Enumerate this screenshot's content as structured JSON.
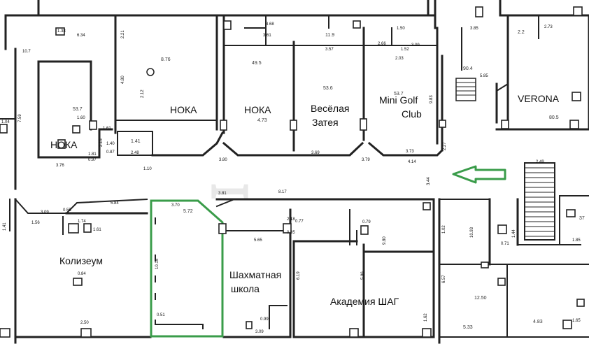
{
  "tenants": {
    "noka_1": "НОКА",
    "noka_2": "НОКА",
    "noka_3": "НОКА",
    "veselaya_zateya": [
      "Весёлая",
      "Затея"
    ],
    "mini_golf": [
      "Mini Golf",
      "Club"
    ],
    "verona": "VERONA",
    "koliseum": "Колизеум",
    "chess_school": [
      "Шахматная",
      "школа"
    ],
    "akademiya_shag": "Академия  ШАГ"
  },
  "areas": {
    "a1": "53.7",
    "a2": "8.76",
    "a3": "49.5",
    "a4": "4.73",
    "a5": "53.6",
    "a6": "53.7",
    "a7": "90.4",
    "a8": "80.5",
    "a9": "1.41",
    "a10": "11.9",
    "a11": "5.72",
    "a12": "12.50",
    "a13": "5.33",
    "a14": "4.83",
    "a15": "2.2",
    "a16": "37"
  },
  "dims": {
    "d1": "3.70",
    "d2": "3.81",
    "d3": "8.17",
    "d4": "5.84",
    "d5": "3.09",
    "d6": "2.50",
    "d7": "10.15",
    "d8": "0.51",
    "d9": "5.65",
    "d10": "9.80",
    "d11": "6.19",
    "d12": "5.86",
    "d13": "10.93",
    "d14": "6.57",
    "d15": "1.44",
    "d16": "3.76",
    "d17": "3.80",
    "d18": "3.79",
    "d19": "4.14",
    "d20": "2.27",
    "d21": "3.44",
    "d22": "2.49",
    "d23": "3.73",
    "d24": "2.48",
    "d25": "1.10",
    "d26": "1.38",
    "d27": "3.68",
    "d28": "3.85",
    "d29": "5.85",
    "d30": "9.83",
    "d31": "1.50",
    "d32": "1.52",
    "d33": "2.03",
    "d34": "2.66",
    "d35": "3.57",
    "d36": "3.09",
    "d37": "1.61",
    "d38": "2.15",
    "d39": "1.40",
    "d40": "0.87",
    "d41": "1.81",
    "d42": "1.60",
    "d43": "10.7",
    "d44": "1.04",
    "d45": "7.59",
    "d46": "1.41",
    "d47": "1.56",
    "d48": "0.55",
    "d49": "1.74",
    "d50": "1.61",
    "d51": "0.84",
    "d52": "2.18",
    "d53": "0.77",
    "d54": "0.85",
    "d55": "0.79",
    "d56": "1.02",
    "d57": "0.71",
    "d58": "0.99",
    "d59": "3.09",
    "d60": "1.62",
    "d61": "1.85",
    "d62": "1.65",
    "d63": "6.34",
    "d64": "2.21",
    "d65": "2.12",
    "d66": "4.80",
    "d67": "3.61",
    "d68": "0.97",
    "d69": "3.69",
    "d70": "2.73"
  },
  "colors": {
    "highlight": "#3a9c4a",
    "wall": "#222222"
  },
  "icons": {
    "arrow": "left-arrow-icon",
    "stairs": "stairs-icon"
  }
}
